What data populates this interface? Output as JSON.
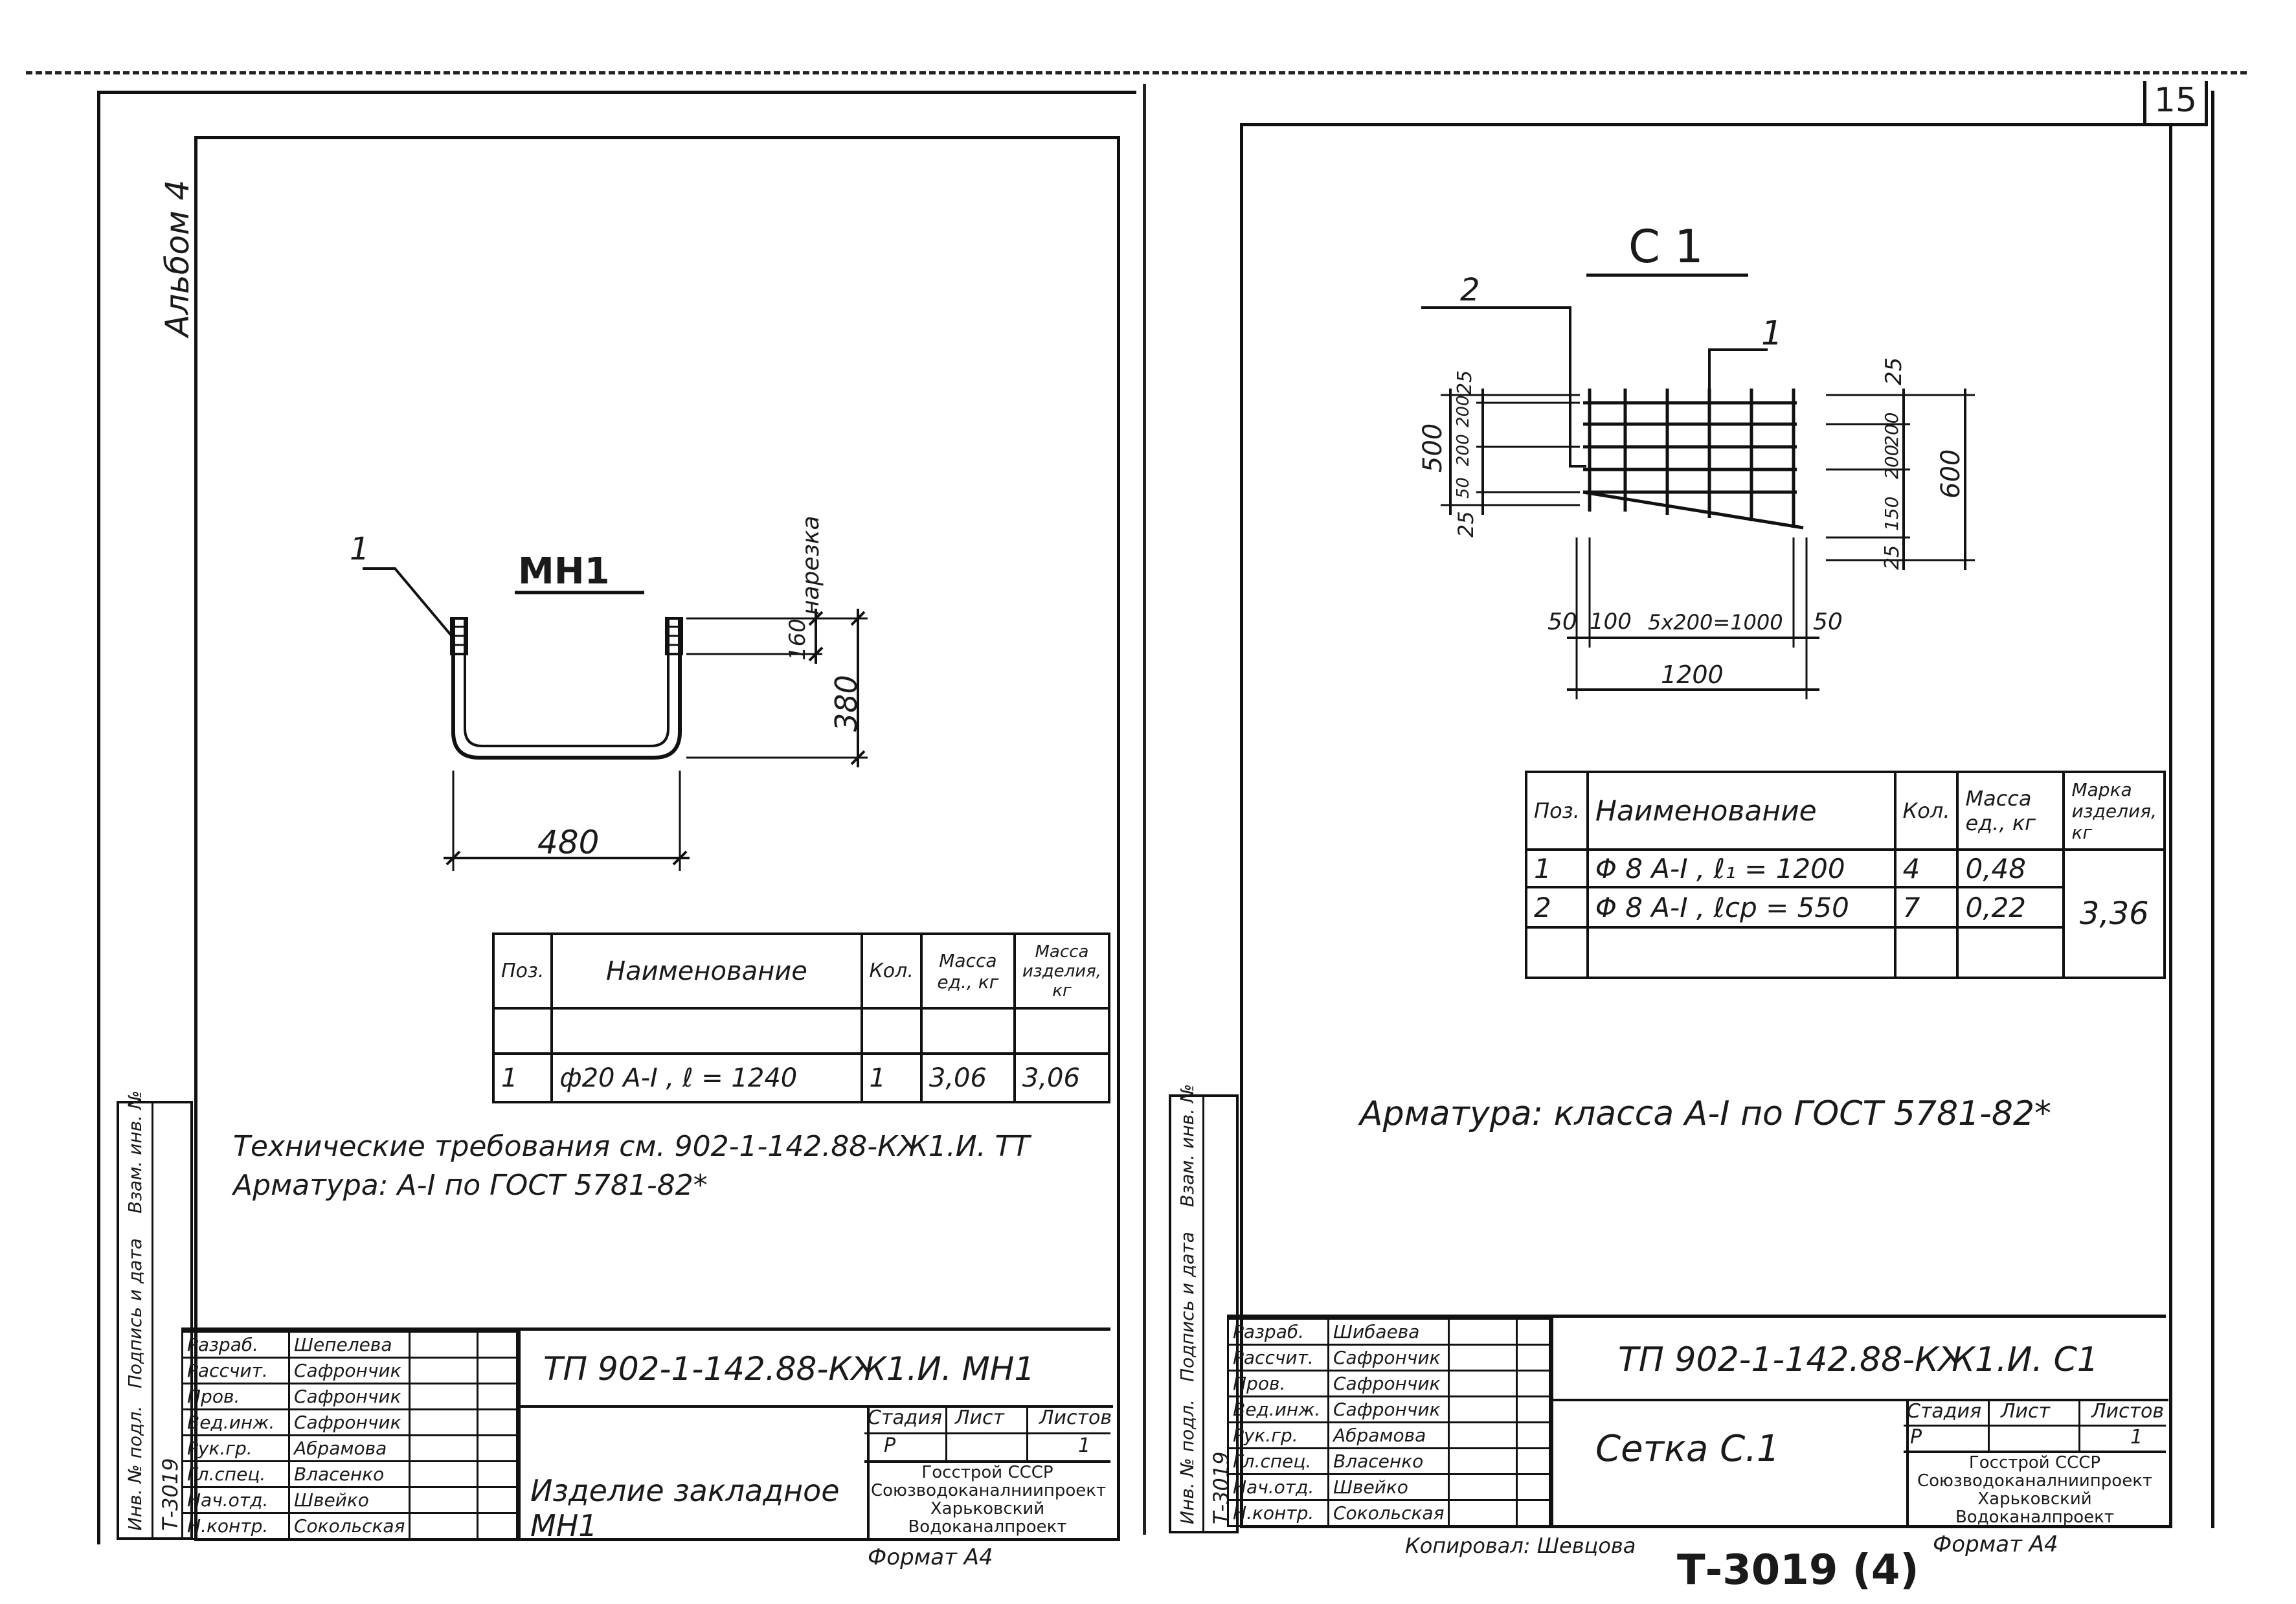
{
  "page": {
    "sheet_number": "15",
    "album_label": "Альбом 4",
    "bottom_stamp": "Т-3019 (4)",
    "copied_by": "Копировал: Шевцова"
  },
  "left": {
    "drawing_title": "МН1",
    "pos_callout": "1",
    "dim_width": "480",
    "dim_height": "380",
    "dim_thread": "160",
    "thread_label": "нарезка",
    "spec_headers": [
      "Поз.",
      "Наименование",
      "Кол.",
      "Масса ед., кг",
      "Масса изделия, кг"
    ],
    "spec_rows": [
      [
        "",
        "",
        "",
        "",
        ""
      ],
      [
        "1",
        "ф20 А-I , ℓ = 1240",
        "1",
        "3,06",
        "3,06"
      ]
    ],
    "note_line1": "Технические требования см. 902-1-142.88-КЖ1.И. ТТ",
    "note_line2": "Арматура: А-I по ГОСТ 5781-82*",
    "doc_code": "ТП 902-1-142.88-КЖ1.И. МН1",
    "doc_name": "Изделие закладное МН1",
    "stage_headers": [
      "Стадия",
      "Лист",
      "Листов"
    ],
    "stage_values": [
      "Р",
      "",
      "1"
    ],
    "org": "Госстрой СССР Союзводоканалниипроект Харьковский Водоканалпроект",
    "format": "Формат А4",
    "signers": [
      [
        "Разраб.",
        "Шепелева"
      ],
      [
        "Рассчит.",
        "Сафрончик"
      ],
      [
        "Пров.",
        "Сафрончик"
      ],
      [
        "Вед.инж.",
        "Сафрончик"
      ],
      [
        "Рук.гр.",
        "Абрамова"
      ],
      [
        "Гл.спец.",
        "Власенко"
      ],
      [
        "Нач.отд.",
        "Швейко"
      ],
      [
        "Н.контр.",
        "Сокольская"
      ]
    ],
    "side_labels": [
      "Инв. № подл.",
      "Подпись и дата",
      "Взам. инв. №"
    ],
    "side_number": "Т-3019"
  },
  "right": {
    "drawing_title": "С 1",
    "pos_callout_1": "1",
    "pos_callout_2": "2",
    "dims_left": [
      "500",
      "25",
      "200",
      "200",
      "50",
      "25"
    ],
    "dims_right": [
      "25",
      "200",
      "200",
      "150",
      "25",
      "600"
    ],
    "dims_bottom": [
      "50",
      "100",
      "5x200=1000",
      "50",
      "1200"
    ],
    "spec_headers": [
      "Поз.",
      "Наименование",
      "Кол.",
      "Масса ед., кг",
      "Марка изделия, кг"
    ],
    "spec_rows": [
      [
        "1",
        "Φ 8 А-I , ℓ₁ = 1200",
        "4",
        "0,48"
      ],
      [
        "2",
        "Φ 8 А-I , ℓср = 550",
        "7",
        "0,22"
      ],
      [
        "",
        "",
        "",
        ""
      ]
    ],
    "mark_total": "3,36",
    "note_line1": "Арматура: класса А-I по ГОСТ 5781-82*",
    "doc_code": "ТП 902-1-142.88-КЖ1.И. С1",
    "doc_name": "Сетка С.1",
    "stage_headers": [
      "Стадия",
      "Лист",
      "Листов"
    ],
    "stage_values": [
      "Р",
      "",
      "1"
    ],
    "org": "Госстрой СССР Союзводоканалниипроект Харьковский Водоканалпроект",
    "format": "Формат А4",
    "signers": [
      [
        "Разраб.",
        "Шибаева"
      ],
      [
        "Рассчит.",
        "Сафрончик"
      ],
      [
        "Пров.",
        "Сафрончик"
      ],
      [
        "Вед.инж.",
        "Сафрончик"
      ],
      [
        "Рук.гр.",
        "Абрамова"
      ],
      [
        "Гл.спец.",
        "Власенко"
      ],
      [
        "Нач.отд.",
        "Швейко"
      ],
      [
        "Н.контр.",
        "Сокольская"
      ]
    ],
    "side_labels": [
      "Инв. № подл.",
      "Подпись и дата",
      "Взам. инв. №"
    ],
    "side_number": "Т-3019"
  }
}
